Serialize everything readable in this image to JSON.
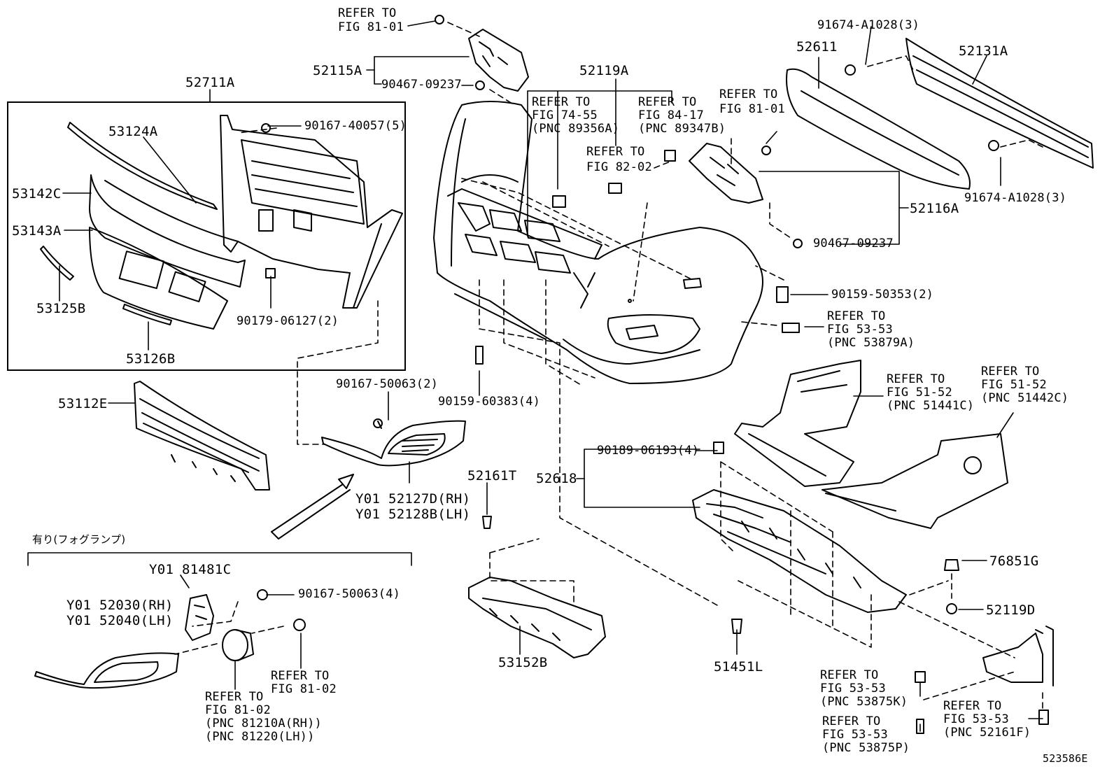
{
  "parts": {
    "p52711A": "52711A",
    "p53124A": "53124A",
    "p53142C": "53142C",
    "p53143A": "53143A",
    "p53125B": "53125B",
    "p53126B": "53126B",
    "p53112E": "53112E",
    "p52115A": "52115A",
    "p52119A": "52119A",
    "p52611": "52611",
    "p52131A": "52131A",
    "p52116A": "52116A",
    "p52161T": "52161T",
    "p52618": "52618",
    "p53152B": "53152B",
    "p51451L": "51451L",
    "p76851G": "76851G",
    "p52119D": "52119D",
    "y01_81481C": "Y01 81481C",
    "y01_52030": "Y01 52030(RH)",
    "y01_52040": "Y01 52040(LH)",
    "y01_52127D": "Y01 52127D(RH)",
    "y01_52128B": "Y01 52128B(LH)"
  },
  "fasteners": {
    "f90167_40057": "90167-40057(5)",
    "f90179_06127": "90179-06127(2)",
    "f90467_09237_a": "90467-09237",
    "f90467_09237_b": "90467-09237",
    "f91674_a": "91674-A1028(3)",
    "f91674_b": "91674-A1028(3)",
    "f90159_50353": "90159-50353(2)",
    "f90167_50063_2": "90167-50063(2)",
    "f90159_60383": "90159-60383(4)",
    "f90189_06193": "90189-06193(4)",
    "f90167_50063_4": "90167-50063(4)"
  },
  "refs": {
    "r81_01_top": [
      "REFER TO",
      "FIG 81-01"
    ],
    "r74_55": [
      "REFER TO",
      "FIG 74-55",
      "(PNC 89356A)"
    ],
    "r84_17": [
      "REFER TO",
      "FIG 84-17",
      "(PNC 89347B)"
    ],
    "r82_02": [
      "REFER TO",
      "FIG 82-02"
    ],
    "r81_01_mid": [
      "REFER TO",
      "FIG 81-01"
    ],
    "r53_53_a": [
      "REFER TO",
      "FIG 53-53",
      "(PNC 53879A)"
    ],
    "r51_52_c": [
      "REFER TO",
      "FIG 51-52",
      "(PNC 51441C)"
    ],
    "r51_52_d": [
      "REFER TO",
      "FIG 51-52",
      "(PNC 51442C)"
    ],
    "r81_02_a": [
      "REFER TO",
      "FIG 81-02"
    ],
    "r81_02_b": [
      "REFER TO",
      "FIG 81-02",
      "(PNC 81210A(RH))",
      "(PNC 81220(LH))"
    ],
    "r53_53_k": [
      "REFER TO",
      "FIG 53-53",
      "(PNC 53875K)"
    ],
    "r53_53_p": [
      "REFER TO",
      "FIG 53-53",
      "(PNC 53875P)"
    ],
    "r53_53_f": [
      "REFER TO",
      "FIG 53-53",
      "(PNC 52161F)"
    ]
  },
  "fog_section_label": "有り(フォグランプ)",
  "figure_id": "523586E"
}
